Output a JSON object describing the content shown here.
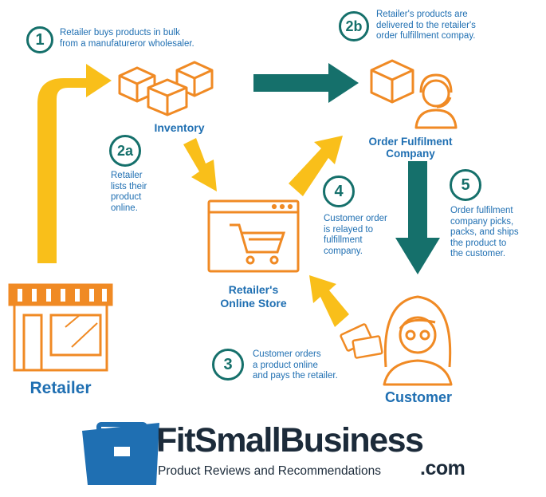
{
  "steps": {
    "s1": {
      "num": "1",
      "text1": "Retailer buys products in bulk",
      "text2": "from a manufatureror wholesaler."
    },
    "s2a": {
      "num": "2a",
      "lines": [
        "Retailer",
        "lists their",
        "product",
        "online."
      ]
    },
    "s2b": {
      "num": "2b",
      "lines": [
        "Retailer's products are",
        "delivered to the retailer's",
        "order fulfillment compay."
      ]
    },
    "s3": {
      "num": "3",
      "lines": [
        "Customer orders",
        "a product online",
        "and pays the retailer."
      ]
    },
    "s4": {
      "num": "4",
      "lines": [
        "Customer order",
        "is relayed to",
        "fulfillment",
        "company."
      ]
    },
    "s5": {
      "num": "5",
      "lines": [
        "Order fulfilment",
        "company picks,",
        "packs, and ships",
        "the product to",
        "the customer."
      ]
    }
  },
  "nodes": {
    "inventory": "Inventory",
    "ofc1": "Order Fulfilment",
    "ofc2": "Company",
    "store1": "Retailer's",
    "store2": "Online Store",
    "retailer": "Retailer",
    "customer": "Customer"
  },
  "brand": {
    "name": "FitSmallBusiness",
    "tld": ".com",
    "tagline": "Product Reviews and Recommendations"
  },
  "colors": {
    "orange": "#f08a24",
    "yellow": "#f9bf1a",
    "teal": "#15706b",
    "blue": "#1f6fb2",
    "dark": "#1c2b3a"
  }
}
